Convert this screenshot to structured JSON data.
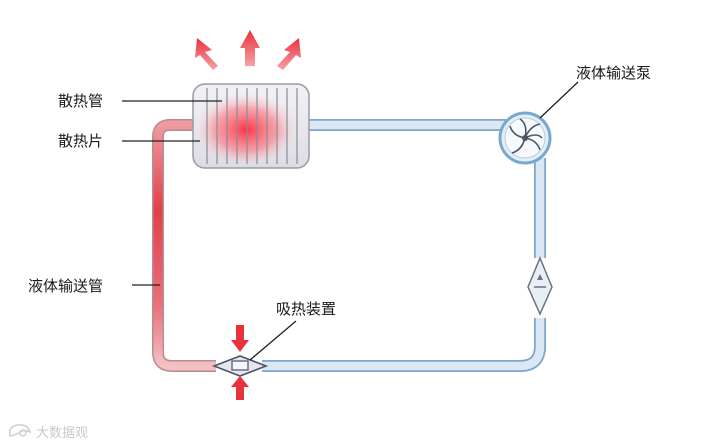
{
  "labels": {
    "radiator_tube": "散热管",
    "radiator_fin": "散热片",
    "pump": "液体输送泵",
    "pipe": "液体输送管",
    "absorber": "吸热装置"
  },
  "watermark": {
    "text": "大数据观"
  },
  "icons": {
    "heat_arrow": "heat-arrow-icon",
    "pump": "pump-impeller-icon",
    "valve": "flow-valve-icon"
  },
  "colors": {
    "hot": "#e8323c",
    "warm": "#ef9aa1",
    "cool": "#bfd9ee",
    "pipe_outline": "#7aa7cc",
    "radiator_body": "#e9e9ee"
  }
}
